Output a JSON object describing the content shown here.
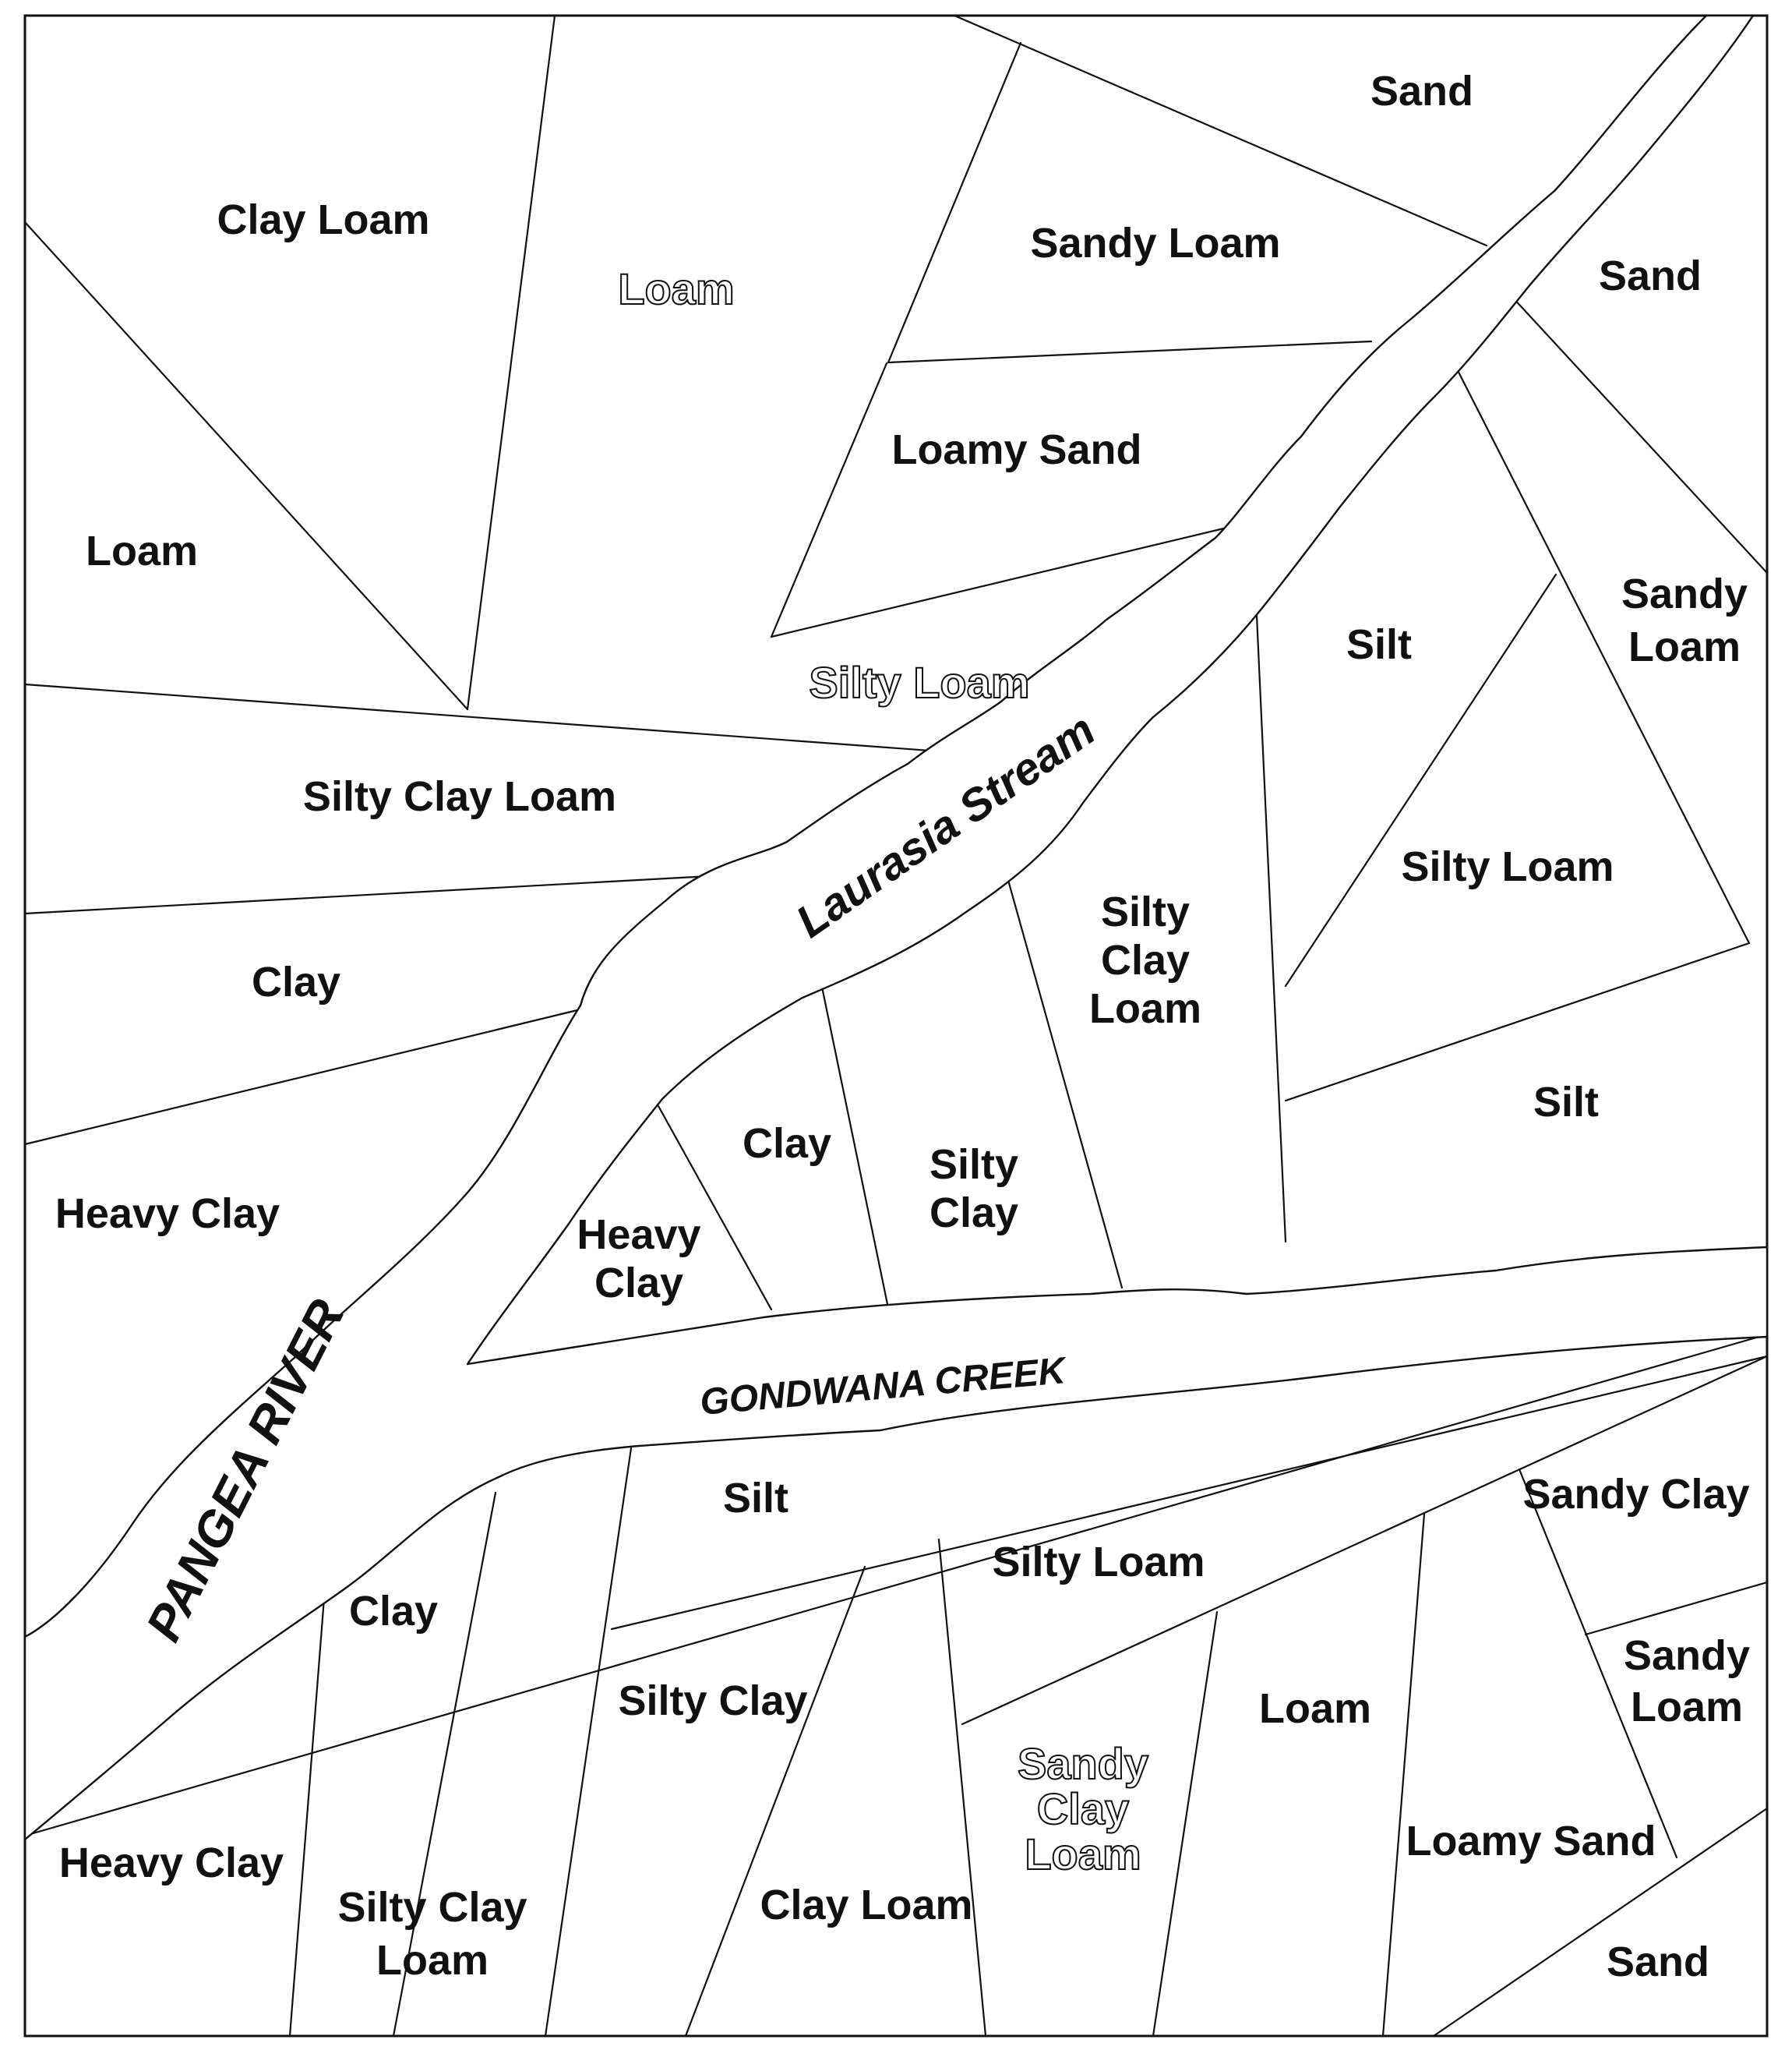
{
  "map": {
    "water_bodies": [
      {
        "id": "laurasia",
        "name": "Laurasia Stream"
      },
      {
        "id": "gondwana",
        "name": "GONDWANA CREEK"
      },
      {
        "id": "pangea",
        "name": "PANGEA RIVER"
      }
    ],
    "soil_regions": [
      {
        "id": "r01",
        "label": [
          "Clay Loam"
        ]
      },
      {
        "id": "r02",
        "label": [
          "Loam"
        ]
      },
      {
        "id": "r03",
        "label": [
          "Sand"
        ]
      },
      {
        "id": "r04",
        "label": [
          "Sandy Loam"
        ]
      },
      {
        "id": "r05",
        "label": [
          "Sand"
        ]
      },
      {
        "id": "r06",
        "label": [
          "Loamy Sand"
        ]
      },
      {
        "id": "r07",
        "label": [
          "Loam"
        ]
      },
      {
        "id": "r08",
        "label": [
          "Silty Loam"
        ]
      },
      {
        "id": "r09",
        "label": [
          "Silt"
        ]
      },
      {
        "id": "r10",
        "label": [
          "Sandy",
          "Loam"
        ]
      },
      {
        "id": "r11",
        "label": [
          "Silty Clay Loam"
        ]
      },
      {
        "id": "r12",
        "label": [
          "Silty Loam"
        ]
      },
      {
        "id": "r13",
        "label": [
          "Silty",
          "Clay",
          "Loam"
        ]
      },
      {
        "id": "r14",
        "label": [
          "Clay"
        ]
      },
      {
        "id": "r15",
        "label": [
          "Silt"
        ]
      },
      {
        "id": "r16",
        "label": [
          "Clay"
        ]
      },
      {
        "id": "r17",
        "label": [
          "Silty",
          "Clay"
        ]
      },
      {
        "id": "r18",
        "label": [
          "Heavy Clay"
        ]
      },
      {
        "id": "r19",
        "label": [
          "Heavy",
          "Clay"
        ]
      },
      {
        "id": "r20",
        "label": [
          "Silt"
        ]
      },
      {
        "id": "r21",
        "label": [
          "Sandy Clay"
        ]
      },
      {
        "id": "r22",
        "label": [
          "Silty Loam"
        ]
      },
      {
        "id": "r23",
        "label": [
          "Clay"
        ]
      },
      {
        "id": "r24",
        "label": [
          "Silty Clay"
        ]
      },
      {
        "id": "r25",
        "label": [
          "Loam"
        ]
      },
      {
        "id": "r26",
        "label": [
          "Sandy",
          "Loam"
        ]
      },
      {
        "id": "r27",
        "label": [
          "Sandy",
          "Clay",
          "Loam"
        ]
      },
      {
        "id": "r28",
        "label": [
          "Loamy Sand"
        ]
      },
      {
        "id": "r29",
        "label": [
          "Heavy Clay"
        ]
      },
      {
        "id": "r30",
        "label": [
          "Silty Clay",
          "Loam"
        ]
      },
      {
        "id": "r31",
        "label": [
          "Clay Loam"
        ]
      },
      {
        "id": "r32",
        "label": [
          "Sand"
        ]
      }
    ]
  }
}
